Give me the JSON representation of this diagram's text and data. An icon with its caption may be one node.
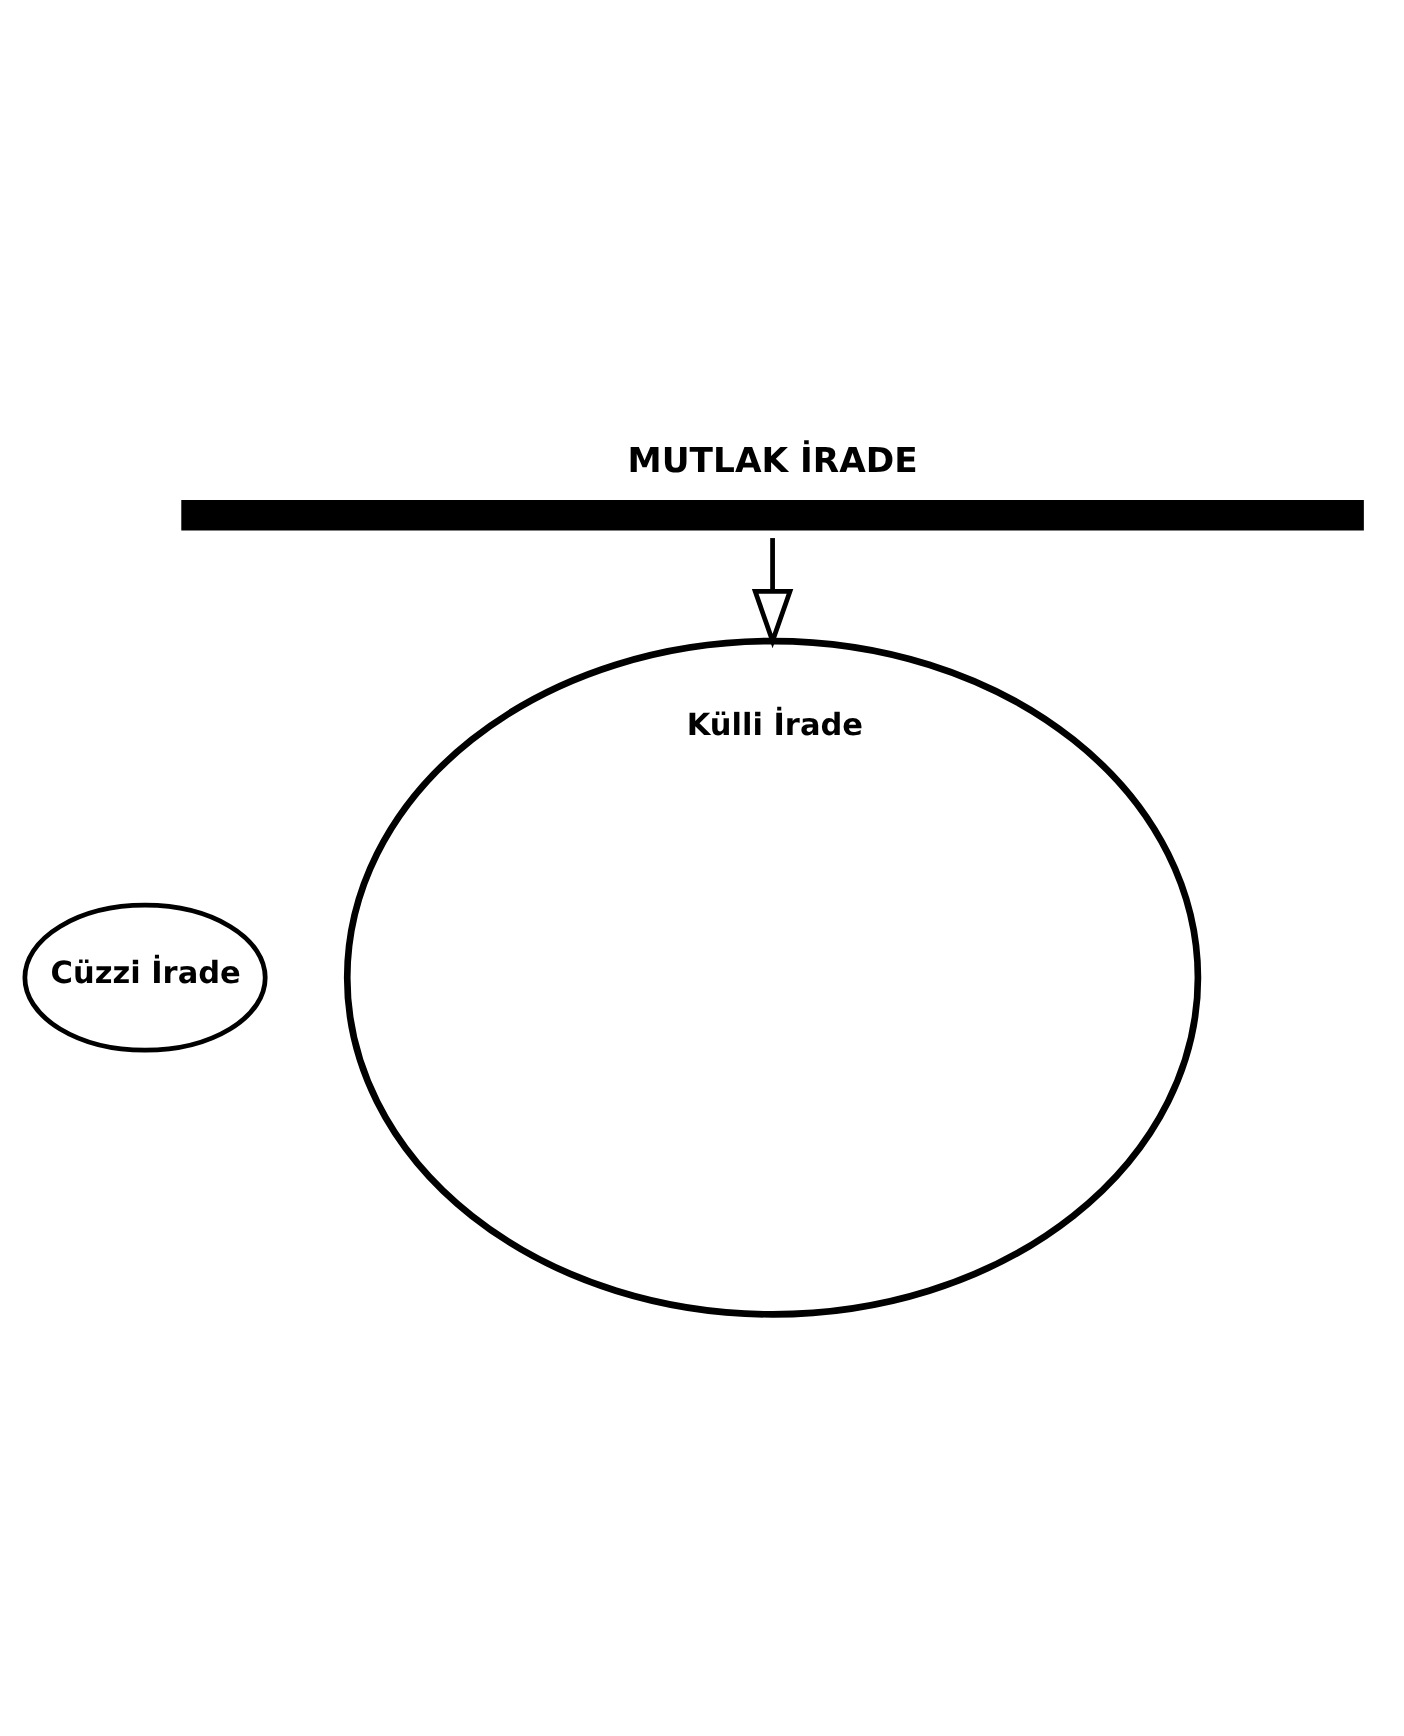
{
  "diagram": {
    "nodes": [
      {
        "text": [
          "MUTLAK İRADE"
        ]
      },
      {
        "text": [
          "Külli İrade"
        ]
      },
      {
        "text": [
          "Cüzzi İrade"
        ]
      }
    ],
    "edges": [
      {
        "from": 0,
        "to": 1,
        "arrow": "to"
      }
    ]
  }
}
